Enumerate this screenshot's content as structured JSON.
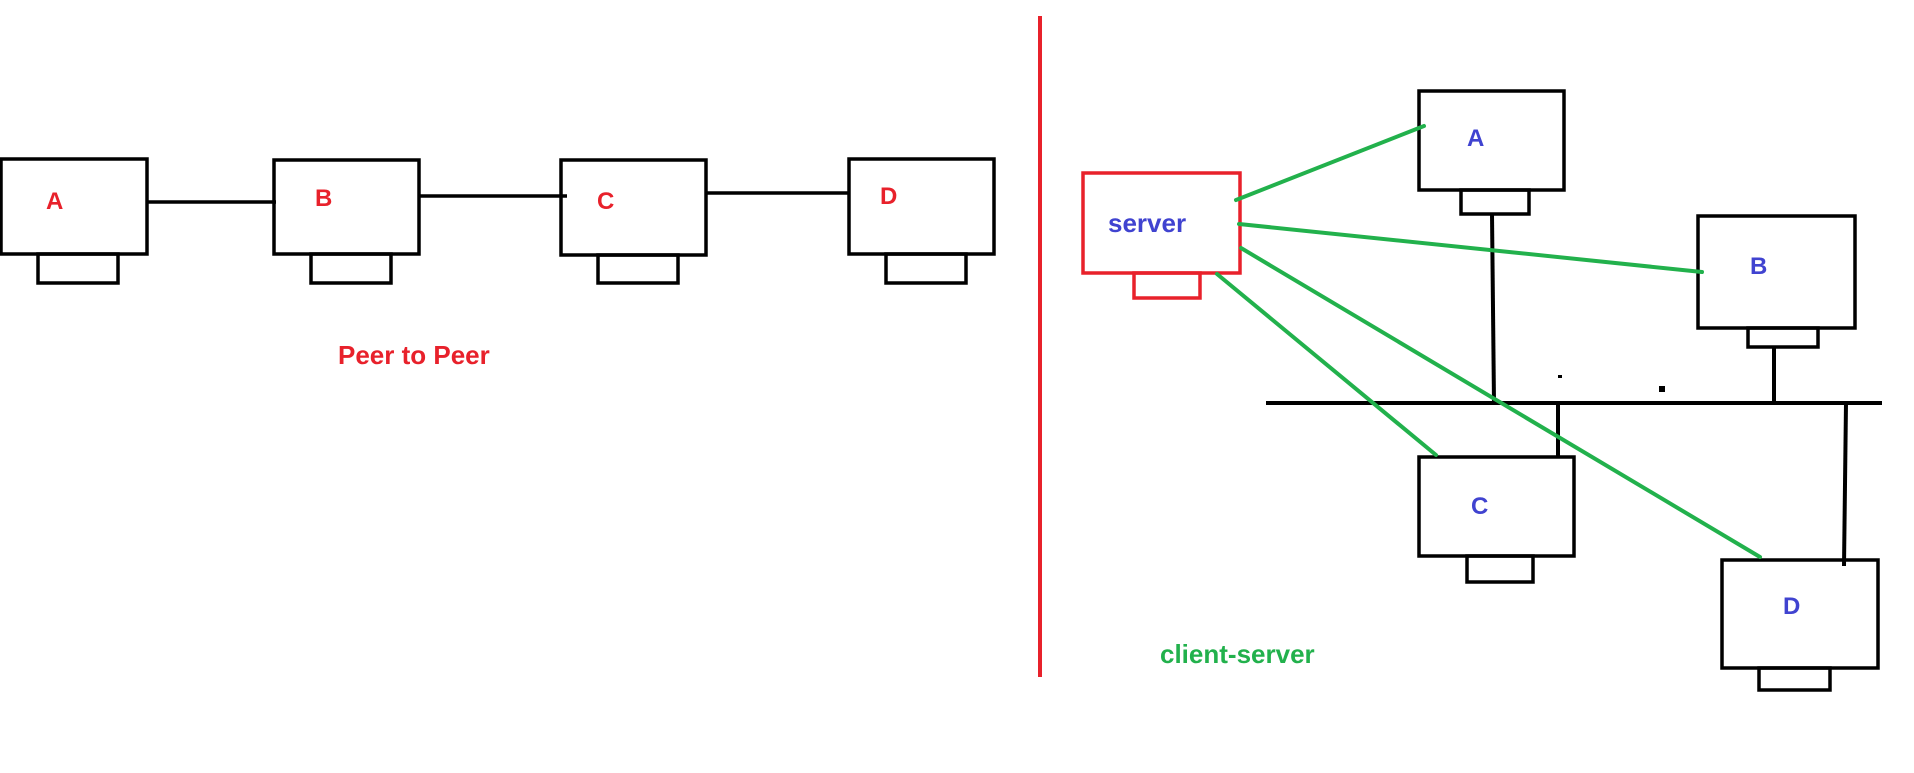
{
  "colors": {
    "red": "#e8212b",
    "blue": "#4043d0",
    "green": "#22b14c",
    "black": "#000000"
  },
  "peer_to_peer": {
    "caption": "Peer to Peer",
    "nodes": [
      "A",
      "B",
      "C",
      "D"
    ]
  },
  "client_server": {
    "caption": "client-server",
    "server_label": "server",
    "clients": [
      "A",
      "B",
      "C",
      "D"
    ]
  }
}
